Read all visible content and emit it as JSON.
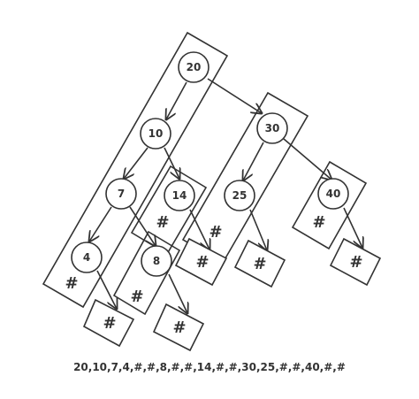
{
  "nodes": {
    "n20": "20",
    "n10": "10",
    "n30": "30",
    "n7": "7",
    "n14": "14",
    "n25": "25",
    "n40": "40",
    "n4": "4",
    "n8": "8"
  },
  "null_marker": "#",
  "serialization": "20,10,7,4,#,#,8,#,#,14,#,#,30,25,#,#,40,#,#"
}
